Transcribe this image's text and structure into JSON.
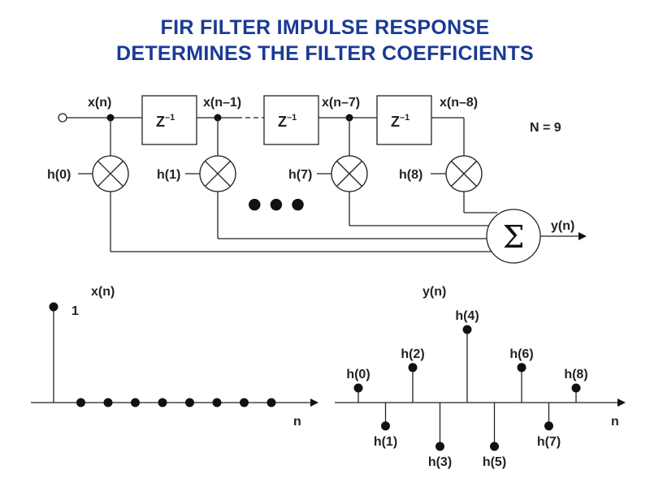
{
  "title": {
    "line1": "FIR FILTER IMPULSE RESPONSE",
    "line2": "DETERMINES THE FILTER COEFFICIENTS"
  },
  "diagram": {
    "node_labels": [
      "x(n)",
      "x(n–1)",
      "x(n–7)",
      "x(n–8)"
    ],
    "delay_label": "Z",
    "delay_exponent": "–1",
    "coefficients": [
      "h(0)",
      "h(1)",
      "h(7)",
      "h(8)"
    ],
    "n_value": "N = 9",
    "sum_symbol": "Σ",
    "output_label": "y(n)",
    "ellipsis": "● ● ●"
  },
  "plots": {
    "input": {
      "title": "x(n)",
      "impulse_label": "1",
      "axis_label": "n",
      "values": [
        1,
        0,
        0,
        0,
        0,
        0,
        0,
        0,
        0
      ]
    },
    "output": {
      "title": "y(n)",
      "axis_label": "n",
      "labels": [
        "h(0)",
        "h(1)",
        "h(2)",
        "h(3)",
        "h(4)",
        "h(5)",
        "h(6)",
        "h(7)",
        "h(8)"
      ],
      "values": [
        0.25,
        -0.4,
        0.6,
        -0.75,
        1.25,
        -0.75,
        0.6,
        -0.4,
        0.25
      ]
    }
  }
}
